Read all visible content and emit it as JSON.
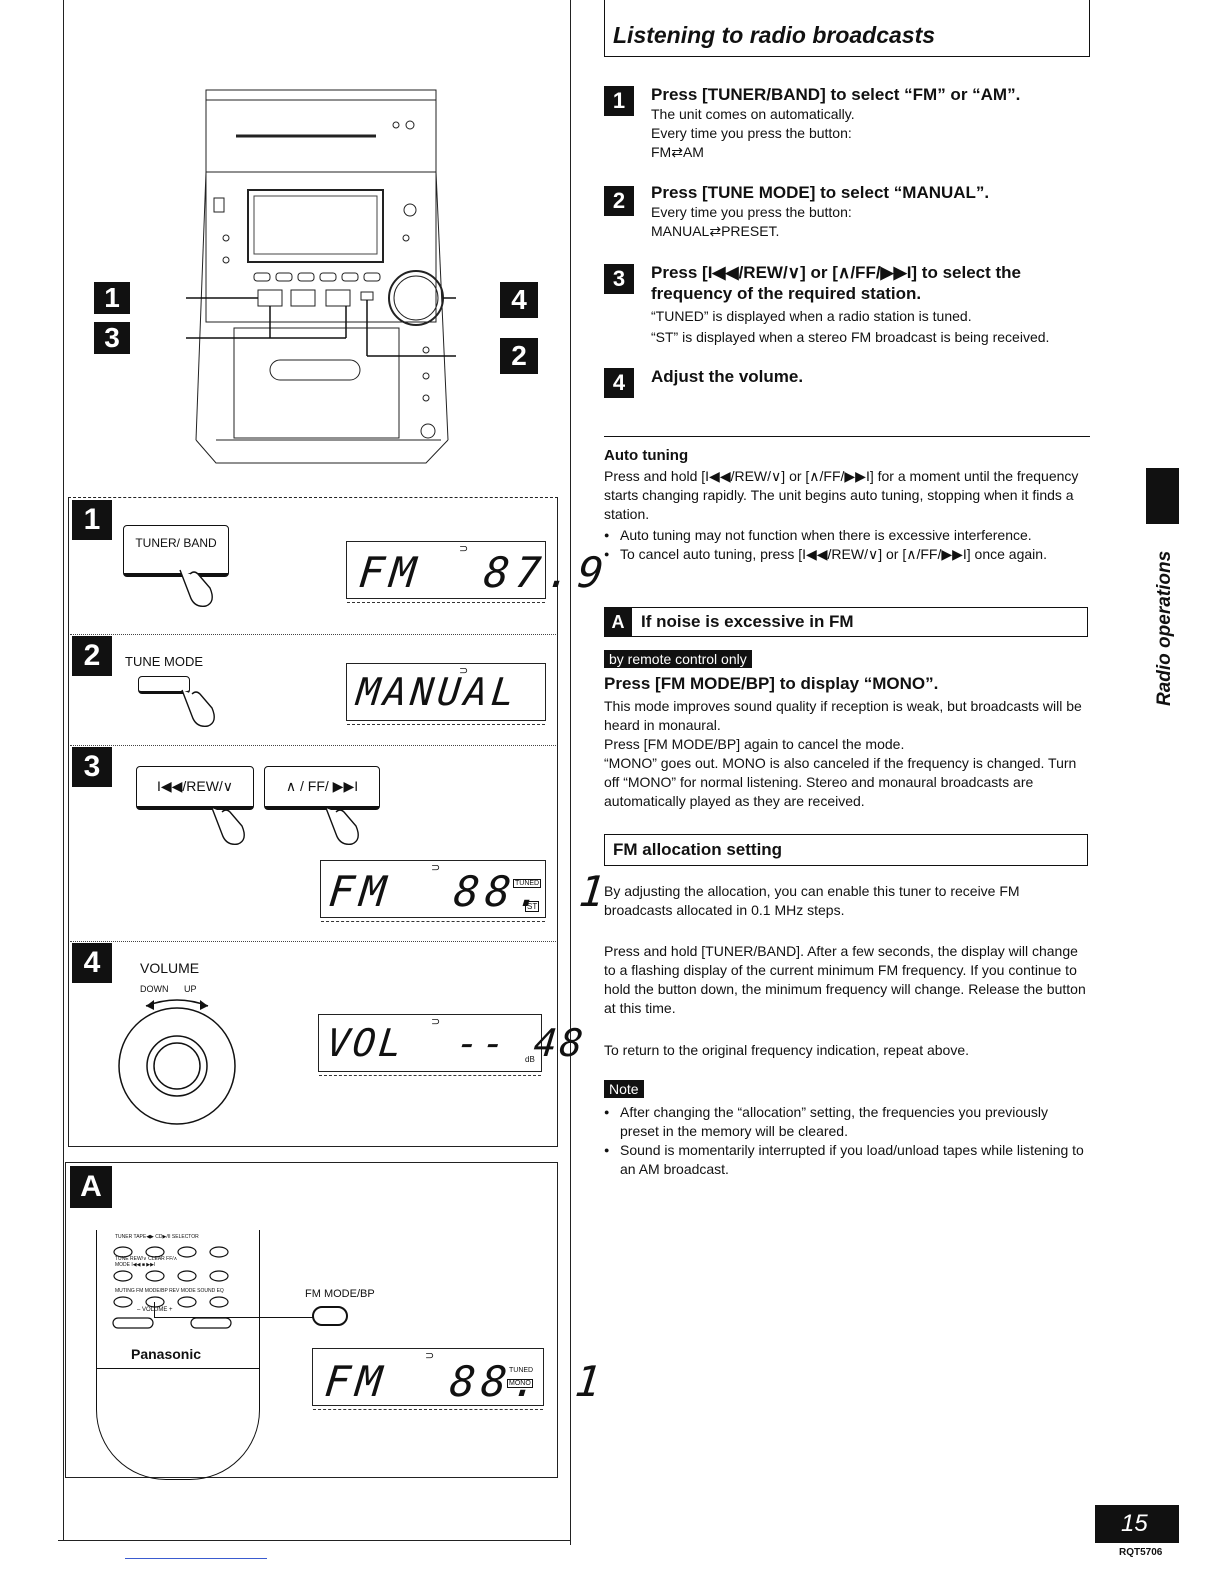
{
  "left": {
    "callouts": [
      "1",
      "3",
      "4",
      "2"
    ],
    "steps": [
      {
        "num": "1",
        "button": "TUNER/ BAND",
        "display": "FM  87.9"
      },
      {
        "num": "2",
        "label": "TUNE MODE",
        "display": "MANUAL"
      },
      {
        "num": "3",
        "button_left": "I◀◀/REW/∨",
        "button_right": "∧ / FF/ ▶▶I",
        "display": "FM  88. 1",
        "ind1": "TUNED",
        "ind2": "ST"
      },
      {
        "num": "4",
        "label": "VOLUME",
        "down": "DOWN",
        "up": "UP",
        "display": "VOL  -- 48",
        "unit": "dB"
      }
    ],
    "sectionA": {
      "badge": "A",
      "remote_row1": "TUNER  TAPE◀▶  CD▶/II SELECTOR",
      "remote_row2": "TUNE   REW/∨  CLEAR   FF/∧",
      "remote_row2b": "MODE   I◀◀      ■        ▶▶I",
      "remote_row3": "MUTING  FM MODE/BP  REV MODE  SOUND EQ",
      "remote_vol": "–   VOLUME   +",
      "brand": "Panasonic",
      "button": "FM MODE/BP",
      "display": "FM  88. 1",
      "ind1": "TUNED",
      "ind2": "MONO"
    }
  },
  "right": {
    "title": "Listening to radio broadcasts",
    "steps": [
      {
        "num": "1",
        "head": "Press [TUNER/BAND] to select “FM” or “AM”.",
        "body": [
          "The unit comes on automatically.",
          "Every time you press the button:",
          "FM⇄AM"
        ]
      },
      {
        "num": "2",
        "head": "Press [TUNE MODE] to select “MANUAL”.",
        "body": [
          "Every time you press the button:",
          "MANUAL⇄PRESET."
        ]
      },
      {
        "num": "3",
        "head": "Press [I◀◀/REW/∨] or [∧/FF/▶▶I] to select the frequency of the required station.",
        "body": [
          "“TUNED” is displayed when a radio station is tuned.",
          "“ST” is displayed when a stereo FM broadcast is being received."
        ]
      },
      {
        "num": "4",
        "head": "Adjust the volume.",
        "body": []
      }
    ],
    "auto": {
      "title": "Auto tuning",
      "body": "Press and hold [I◀◀/REW/∨] or [∧/FF/▶▶I] for a moment until the frequency starts changing rapidly. The unit begins auto tuning, stopping when it finds a station.",
      "bullets": [
        "Auto tuning may not function when there is excessive interference.",
        "To cancel auto tuning, press [I◀◀/REW/∨] or [∧/FF/▶▶I] once again."
      ]
    },
    "noise": {
      "badge": "A",
      "title": "If noise is excessive in FM",
      "tag": "by remote control only",
      "head": "Press [FM MODE/BP] to display “MONO”.",
      "body": [
        "This mode improves sound quality if reception is weak, but broadcasts will be heard in monaural.",
        "Press [FM MODE/BP] again to cancel the mode.",
        "“MONO” goes out. MONO is also canceled if the frequency is changed. Turn off “MONO” for normal listening. Stereo and monaural broadcasts are automatically played as they are received."
      ]
    },
    "alloc": {
      "title": "FM allocation setting",
      "p1": "By adjusting the allocation, you can enable this tuner to receive FM broadcasts allocated in 0.1 MHz steps.",
      "p2": "Press and hold [TUNER/BAND]. After a few seconds, the display will change to a flashing display of the current minimum FM frequency. If you continue to hold the button down, the minimum frequency will change. Release the button at this time.",
      "p3": "To return to the original frequency indication, repeat above."
    },
    "note": {
      "tag": "Note",
      "bullets": [
        "After changing the “allocation” setting, the frequencies you previously preset in the memory will be cleared.",
        "Sound is momentarily interrupted if you load/unload tapes while listening to an AM broadcast."
      ]
    }
  },
  "side_tab": "Radio operations",
  "page_number": "15",
  "code": "RQT5706"
}
